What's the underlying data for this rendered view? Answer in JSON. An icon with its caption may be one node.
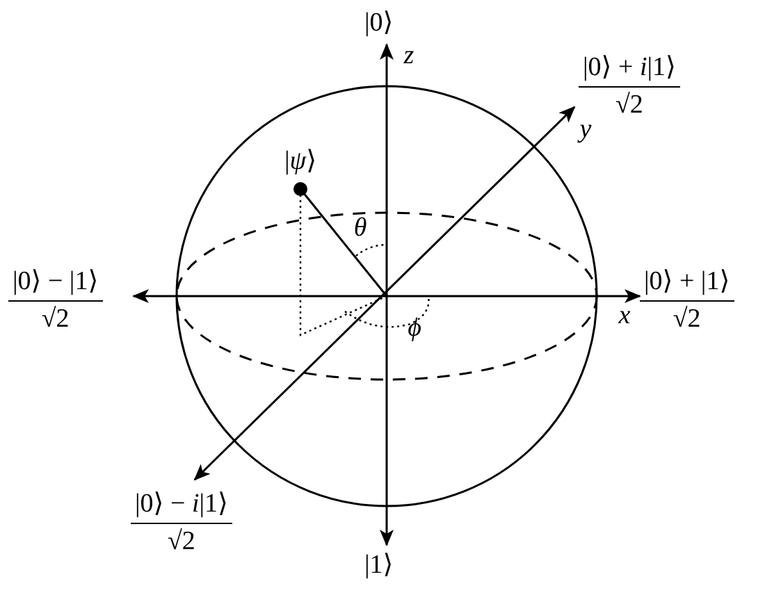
{
  "diagram": {
    "nodes": [
      {
        "text": [
          "|0⟩"
        ]
      },
      {
        "text": [
          "|0⟩ + *i*|1⟩",
          "√2"
        ]
      },
      {
        "text": [
          "|0⟩ − |1⟩",
          "√2"
        ]
      },
      {
        "text": [
          "|0⟩ + |1⟩",
          "√2"
        ]
      },
      {
        "text": [
          "|0⟩ − *i*|1⟩",
          "√2"
        ]
      },
      {
        "text": [
          "|1⟩"
        ]
      }
    ],
    "edges": [
      {
        "from": 5,
        "to": 0,
        "arrow": "both"
      },
      {
        "from": 2,
        "to": 3,
        "arrow": "both"
      },
      {
        "from": 4,
        "to": 1,
        "arrow": "both"
      }
    ],
    "labels": [
      "z",
      "y",
      "|*ψ*⟩",
      "θ",
      "x",
      "ϕ"
    ]
  }
}
